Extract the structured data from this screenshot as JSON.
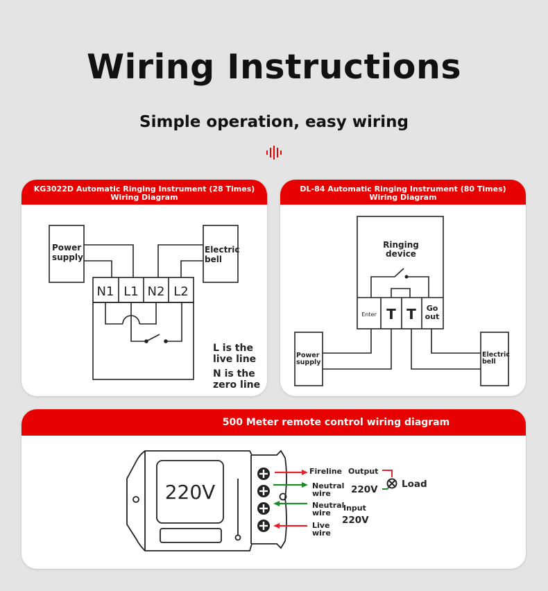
{
  "header": {
    "title": "Wiring Instructions",
    "subtitle": "Simple operation, easy wiring",
    "decoration_icon": "sound-wave-icon"
  },
  "colors": {
    "accent": "#e60000",
    "background": "#e4e4e4",
    "wire_red": "#e8202a",
    "wire_green": "#1a8a2a"
  },
  "diagram1": {
    "title_line1": "KG3022D Automatic Ringing Instrument (28 Times)",
    "title_line2": "Wiring Diagram",
    "power_label_1": "Power",
    "power_label_2": "supply",
    "bell_label_1": "Electric",
    "bell_label_2": "bell",
    "terminals": [
      "N1",
      "L1",
      "N2",
      "L2"
    ],
    "note_l_1": "L is the",
    "note_l_2": "live line",
    "note_n_1": "N is the",
    "note_n_2": "zero line"
  },
  "diagram2": {
    "title_line1": "DL-84 Automatic Ringing Instrument (80 Times)",
    "title_line2": "Wiring Diagram",
    "device_label_1": "Ringing",
    "device_label_2": "device",
    "terminals": [
      "Enter",
      "T",
      "T",
      "Go",
      "out"
    ],
    "power_label_1": "Power",
    "power_label_2": "supply",
    "bell_label_1": "Electric",
    "bell_label_2": "bell"
  },
  "diagram3": {
    "title": "500 Meter remote control wiring diagram",
    "device_voltage": "220V",
    "wires": [
      {
        "label_1": "Fireline",
        "label_2": "",
        "color": "red",
        "direction": "out"
      },
      {
        "label_1": "Neutral",
        "label_2": "wire",
        "color": "green",
        "direction": "out"
      },
      {
        "label_1": "Neutral",
        "label_2": "wire",
        "color": "green",
        "direction": "in"
      },
      {
        "label_1": "Live",
        "label_2": "wire",
        "color": "red",
        "direction": "in"
      }
    ],
    "output_label": "Output",
    "output_voltage": "220V",
    "load_label": "Load",
    "input_label": "Input",
    "input_voltage": "220V"
  }
}
